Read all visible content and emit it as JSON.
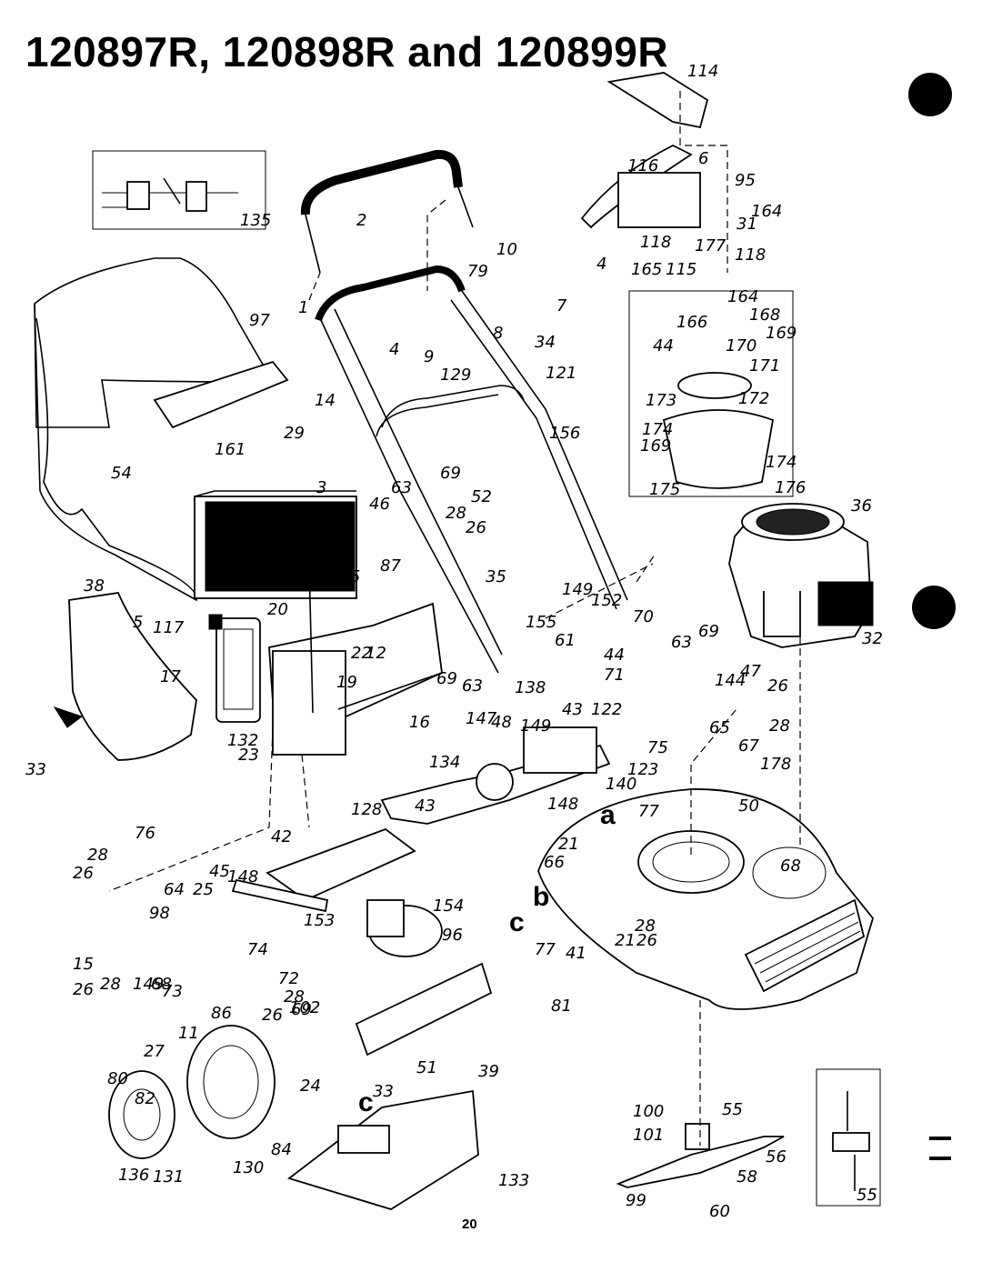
{
  "title": "120897R, 120898R and 120899R",
  "page_number": "20",
  "section_letters": [
    "a",
    "b",
    "c",
    "c"
  ],
  "part_labels": [
    "114",
    "116",
    "6",
    "95",
    "164",
    "31",
    "118",
    "177",
    "118",
    "165",
    "115",
    "135",
    "2",
    "10",
    "4",
    "7",
    "79",
    "8",
    "34",
    "97",
    "1",
    "4",
    "9",
    "129",
    "121",
    "14",
    "29",
    "3",
    "161",
    "54",
    "156",
    "63",
    "69",
    "52",
    "46",
    "28",
    "26",
    "38",
    "155",
    "87",
    "35",
    "20",
    "5",
    "117",
    "22",
    "12",
    "155",
    "149",
    "152",
    "70",
    "61",
    "44",
    "63",
    "69",
    "17",
    "19",
    "69",
    "63",
    "132",
    "23",
    "16",
    "33",
    "138",
    "43",
    "71",
    "144",
    "47",
    "26",
    "28",
    "147",
    "48",
    "149",
    "122",
    "65",
    "75",
    "67",
    "178",
    "123",
    "140",
    "134",
    "148",
    "128",
    "43",
    "77",
    "50",
    "21",
    "66",
    "68",
    "76",
    "28",
    "26",
    "42",
    "45",
    "148",
    "64",
    "25",
    "154",
    "98",
    "153",
    "96",
    "77",
    "21",
    "41",
    "28",
    "26",
    "15",
    "149",
    "68",
    "74",
    "72",
    "28",
    "26",
    "28",
    "69",
    "73",
    "86",
    "26",
    "102",
    "81",
    "27",
    "11",
    "80",
    "82",
    "24",
    "39",
    "51",
    "33",
    "100",
    "55",
    "101",
    "56",
    "58",
    "99",
    "60",
    "136",
    "131",
    "130",
    "84",
    "133",
    "55",
    "164",
    "168",
    "166",
    "169",
    "170",
    "44",
    "171",
    "173",
    "172",
    "174",
    "169",
    "174",
    "175",
    "176",
    "36",
    "32"
  ]
}
